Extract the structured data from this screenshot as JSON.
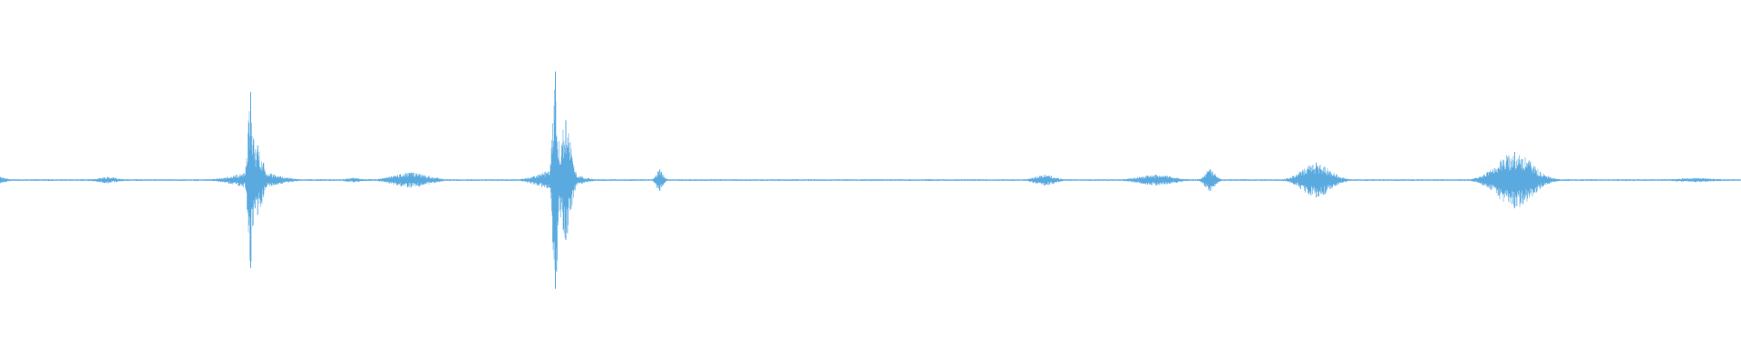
{
  "waveform": {
    "color": "#5aaae0",
    "background": "#ffffff"
  },
  "chart_data": {
    "type": "area",
    "title": "",
    "xlabel": "",
    "ylabel": "",
    "ylim": [
      -1,
      1
    ],
    "xlim": [
      0,
      1
    ],
    "grid": false,
    "baseline_amplitude": 0.01,
    "events": [
      {
        "t": 0.0,
        "peak": 0.03,
        "spread": 0.004
      },
      {
        "t": 0.062,
        "peak": 0.03,
        "spread": 0.006
      },
      {
        "t": 0.147,
        "peak": 0.08,
        "spread": 0.012
      },
      {
        "t": 0.144,
        "peak": 0.81,
        "spread": 0.0015
      },
      {
        "t": 0.148,
        "peak": 0.32,
        "spread": 0.003
      },
      {
        "t": 0.203,
        "peak": 0.02,
        "spread": 0.005
      },
      {
        "t": 0.236,
        "peak": 0.07,
        "spread": 0.01
      },
      {
        "t": 0.32,
        "peak": 0.1,
        "spread": 0.01
      },
      {
        "t": 0.319,
        "peak": 1.0,
        "spread": 0.0015
      },
      {
        "t": 0.325,
        "peak": 0.55,
        "spread": 0.003
      },
      {
        "t": 0.379,
        "peak": 0.1,
        "spread": 0.002
      },
      {
        "t": 0.6,
        "peak": 0.05,
        "spread": 0.006
      },
      {
        "t": 0.664,
        "peak": 0.05,
        "spread": 0.01
      },
      {
        "t": 0.695,
        "peak": 0.1,
        "spread": 0.003
      },
      {
        "t": 0.756,
        "peak": 0.16,
        "spread": 0.008
      },
      {
        "t": 0.87,
        "peak": 0.26,
        "spread": 0.01
      },
      {
        "t": 0.974,
        "peak": 0.02,
        "spread": 0.012
      }
    ]
  }
}
